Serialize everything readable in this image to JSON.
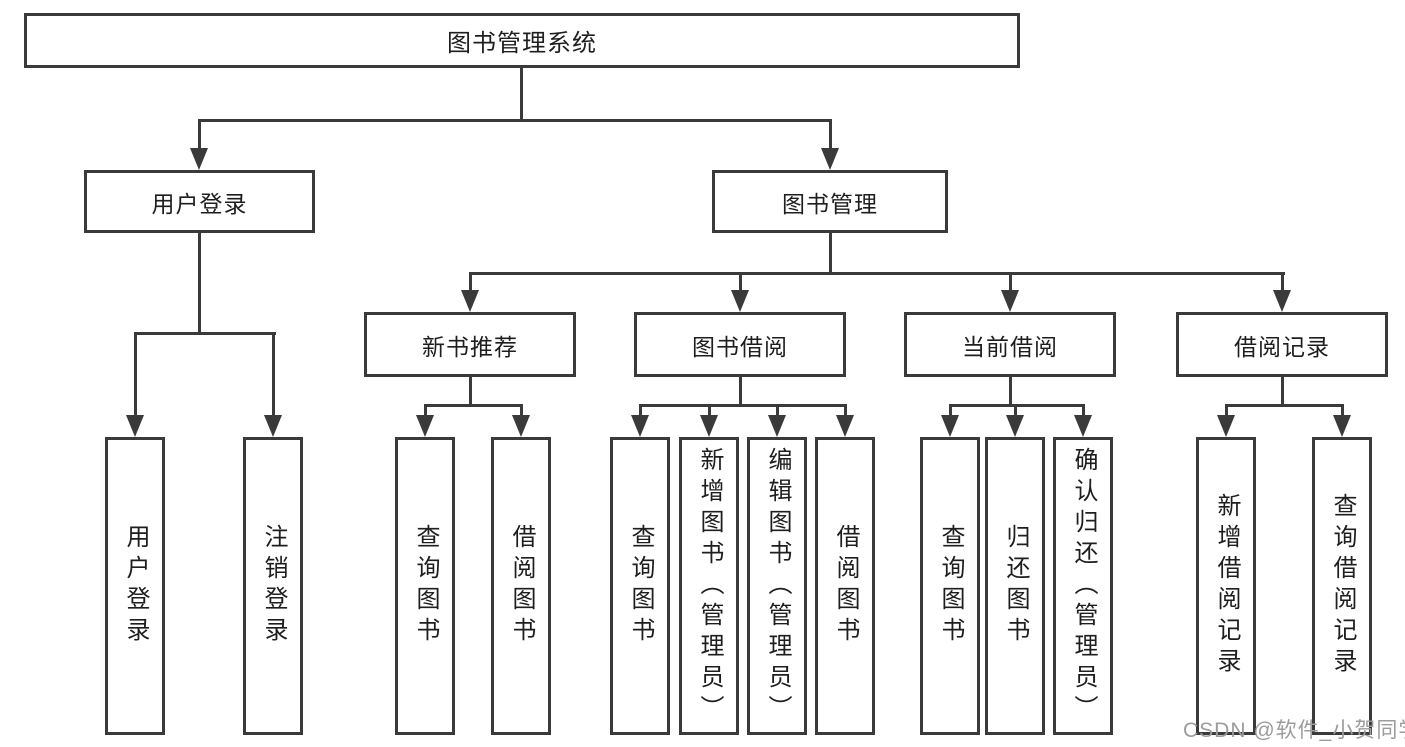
{
  "root": {
    "label": "图书管理系统"
  },
  "branches": [
    {
      "label": "用户登录",
      "children": [
        {
          "label": "用户登录"
        },
        {
          "label": "注销登录"
        }
      ]
    },
    {
      "label": "图书管理",
      "children": [
        {
          "label": "新书推荐",
          "children": [
            {
              "label": "查询图书"
            },
            {
              "label": "借阅图书"
            }
          ]
        },
        {
          "label": "图书借阅",
          "children": [
            {
              "label": "查询图书"
            },
            {
              "label": "新增图书（管理员）"
            },
            {
              "label": "编辑图书（管理员）"
            },
            {
              "label": "借阅图书"
            }
          ]
        },
        {
          "label": "当前借阅",
          "children": [
            {
              "label": "查询图书"
            },
            {
              "label": "归还图书"
            },
            {
              "label": "确认归还（管理员）"
            }
          ]
        },
        {
          "label": "借阅记录",
          "children": [
            {
              "label": "新增借阅记录"
            },
            {
              "label": "查询借阅记录"
            }
          ]
        }
      ]
    }
  ],
  "watermark": {
    "text": "CSDN @软件_小贺同学"
  },
  "colors": {
    "line": "#3a3a3a",
    "text": "#1e1e1e",
    "watermark": "#9c9c9c",
    "background": "#ffffff"
  }
}
